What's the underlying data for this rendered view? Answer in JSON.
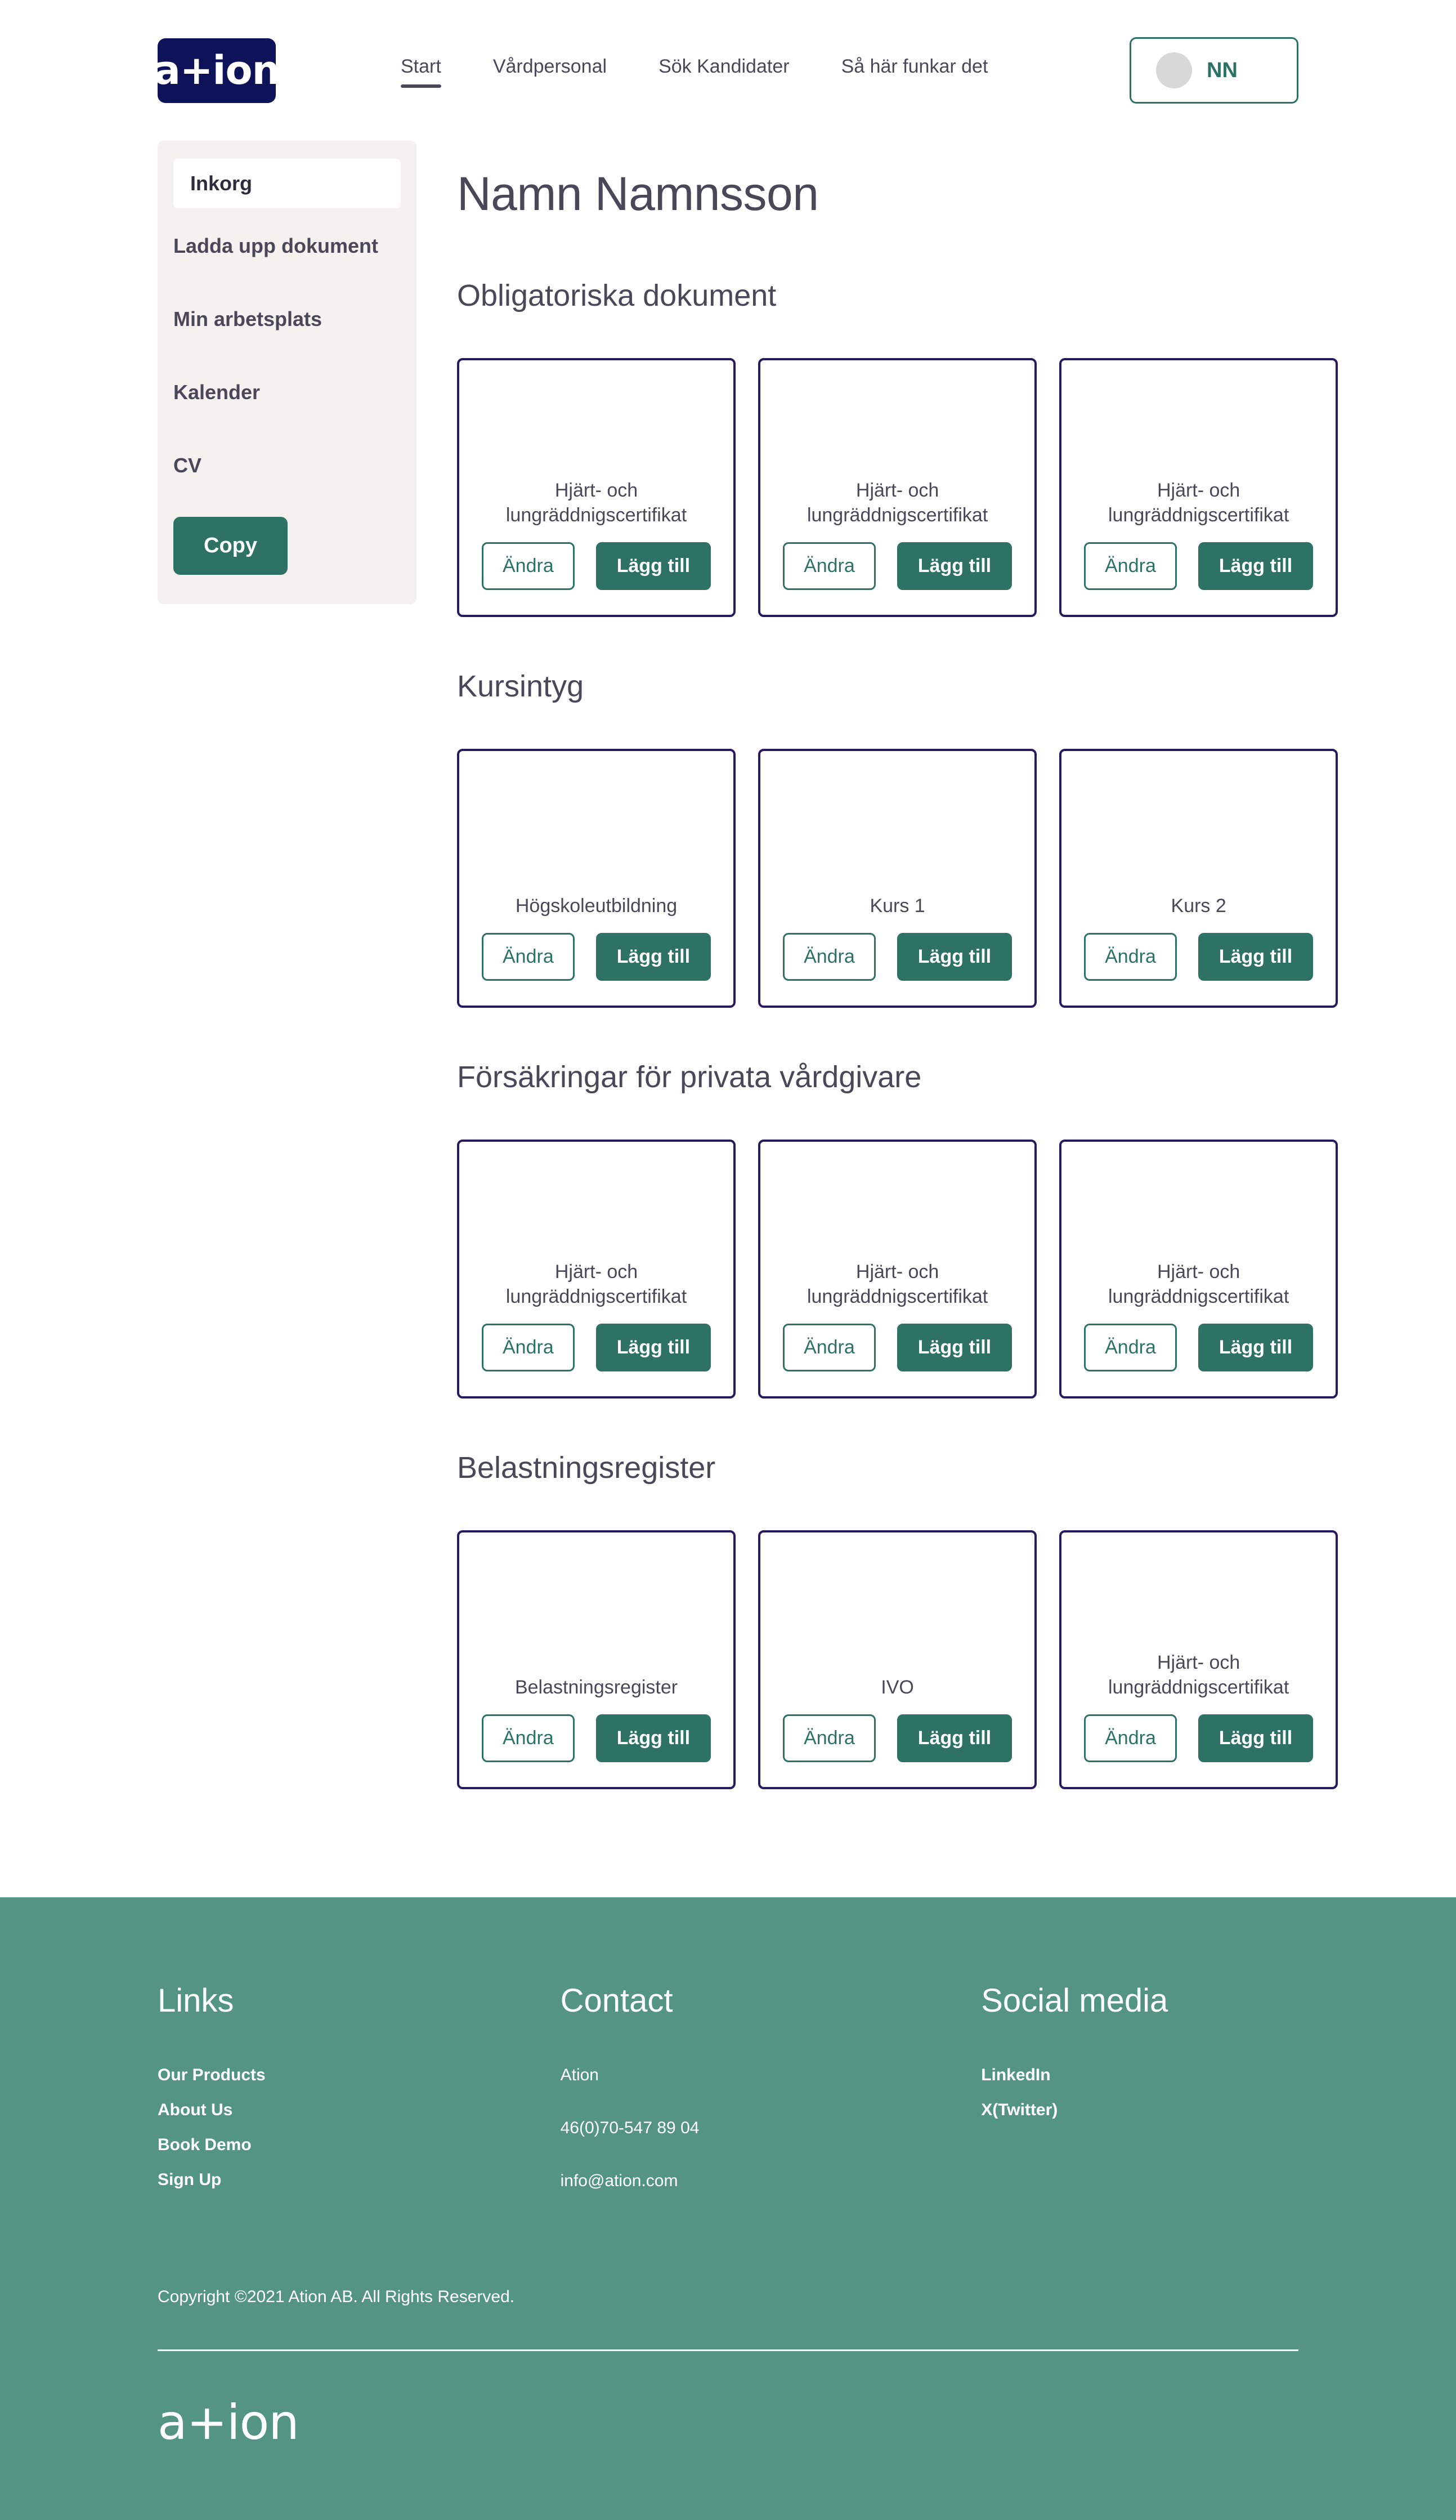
{
  "header": {
    "logo_text": "a+ion",
    "nav": [
      {
        "label": "Start",
        "active": true
      },
      {
        "label": "Vårdpersonal",
        "active": false
      },
      {
        "label": "Sök Kandidater",
        "active": false
      },
      {
        "label": "Så här funkar det",
        "active": false
      }
    ],
    "user": {
      "initials": "NN"
    }
  },
  "sidebar": {
    "search_value": "Inkorg",
    "items": [
      {
        "label": "Ladda upp dokument"
      },
      {
        "label": "Min arbetsplats"
      },
      {
        "label": "Kalender"
      },
      {
        "label": "CV"
      }
    ],
    "copy_label": "Copy"
  },
  "main": {
    "page_title": "Namn Namnsson",
    "button_edit": "Ändra",
    "button_add": "Lägg till",
    "sections": [
      {
        "title": "Obligatoriska dokument",
        "cards": [
          {
            "title": "Hjärt- och lungräddnigscertifikat"
          },
          {
            "title": "Hjärt- och lungräddnigscertifikat"
          },
          {
            "title": "Hjärt- och lungräddnigscertifikat"
          }
        ]
      },
      {
        "title": "Kursintyg",
        "cards": [
          {
            "title": "Högskoleutbildning"
          },
          {
            "title": "Kurs 1"
          },
          {
            "title": "Kurs 2"
          }
        ]
      },
      {
        "title": "Försäkringar för privata vårdgivare",
        "cards": [
          {
            "title": "Hjärt- och lungräddnigscertifikat"
          },
          {
            "title": "Hjärt- och lungräddnigscertifikat"
          },
          {
            "title": "Hjärt- och lungräddnigscertifikat"
          }
        ]
      },
      {
        "title": "Belastningsregister",
        "cards": [
          {
            "title": "Belastningsregister"
          },
          {
            "title": "IVO"
          },
          {
            "title": "Hjärt- och lungräddnigscertifikat"
          }
        ]
      }
    ]
  },
  "footer": {
    "links_heading": "Links",
    "links": [
      "Our Products",
      "About Us",
      "Book Demo",
      "Sign Up"
    ],
    "contact_heading": "Contact",
    "contact": [
      "Ation",
      "46(0)70-547 89 04",
      "info@ation.com"
    ],
    "social_heading": "Social media",
    "social": [
      "LinkedIn",
      "X(Twitter)"
    ],
    "copyright": "Copyright ©2021 Ation AB. All Rights Reserved.",
    "logo_text": "a+ion"
  },
  "colors": {
    "brand_navy": "#0d1259",
    "brand_green": "#2d7265",
    "footer_green": "#549483",
    "card_border": "#281a5e",
    "sidebar_bg": "#f4f1ef",
    "text": "#4a4858"
  }
}
